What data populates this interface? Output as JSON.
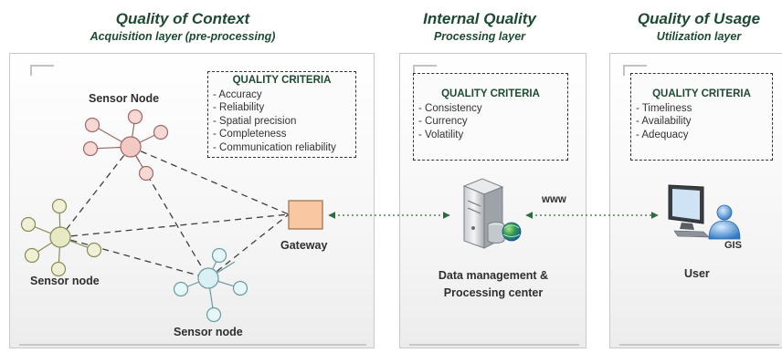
{
  "layers": [
    {
      "title": "Quality of Context",
      "subtitle": "Acquisition layer (pre-processing)"
    },
    {
      "title": "Internal Quality",
      "subtitle": "Processing layer"
    },
    {
      "title": "Quality of Usage",
      "subtitle": "Utilization layer"
    }
  ],
  "acquisition": {
    "criteria_title": "QUALITY CRITERIA",
    "criteria": [
      "- Accuracy",
      "- Reliability",
      "- Spatial precision",
      "- Completeness",
      "- Communication reliability"
    ],
    "sensor_top_label": "Sensor Node",
    "sensor_left_label": "Sensor node",
    "sensor_bottom_label": "Sensor node",
    "gateway_label": "Gateway"
  },
  "processing": {
    "criteria_title": "QUALITY CRITERIA",
    "criteria": [
      "- Consistency",
      "- Currency",
      "- Volatility"
    ],
    "www_label": "www",
    "center_label_line1": "Data management &",
    "center_label_line2": "Processing center"
  },
  "usage": {
    "criteria_title": "QUALITY CRITERIA",
    "criteria": [
      "- Timeliness",
      "- Availability",
      "- Adequacy"
    ],
    "gis_label": "GIS",
    "user_label": "User"
  },
  "colors": {
    "heading": "#1e4a32",
    "sensor_top_fill": "#f3c9c3",
    "sensor_left_fill": "#e7e9c5",
    "sensor_bottom_fill": "#d9f1f3",
    "gateway_fill": "#f9c7a1",
    "link_arrow": "#2e6b3f"
  }
}
